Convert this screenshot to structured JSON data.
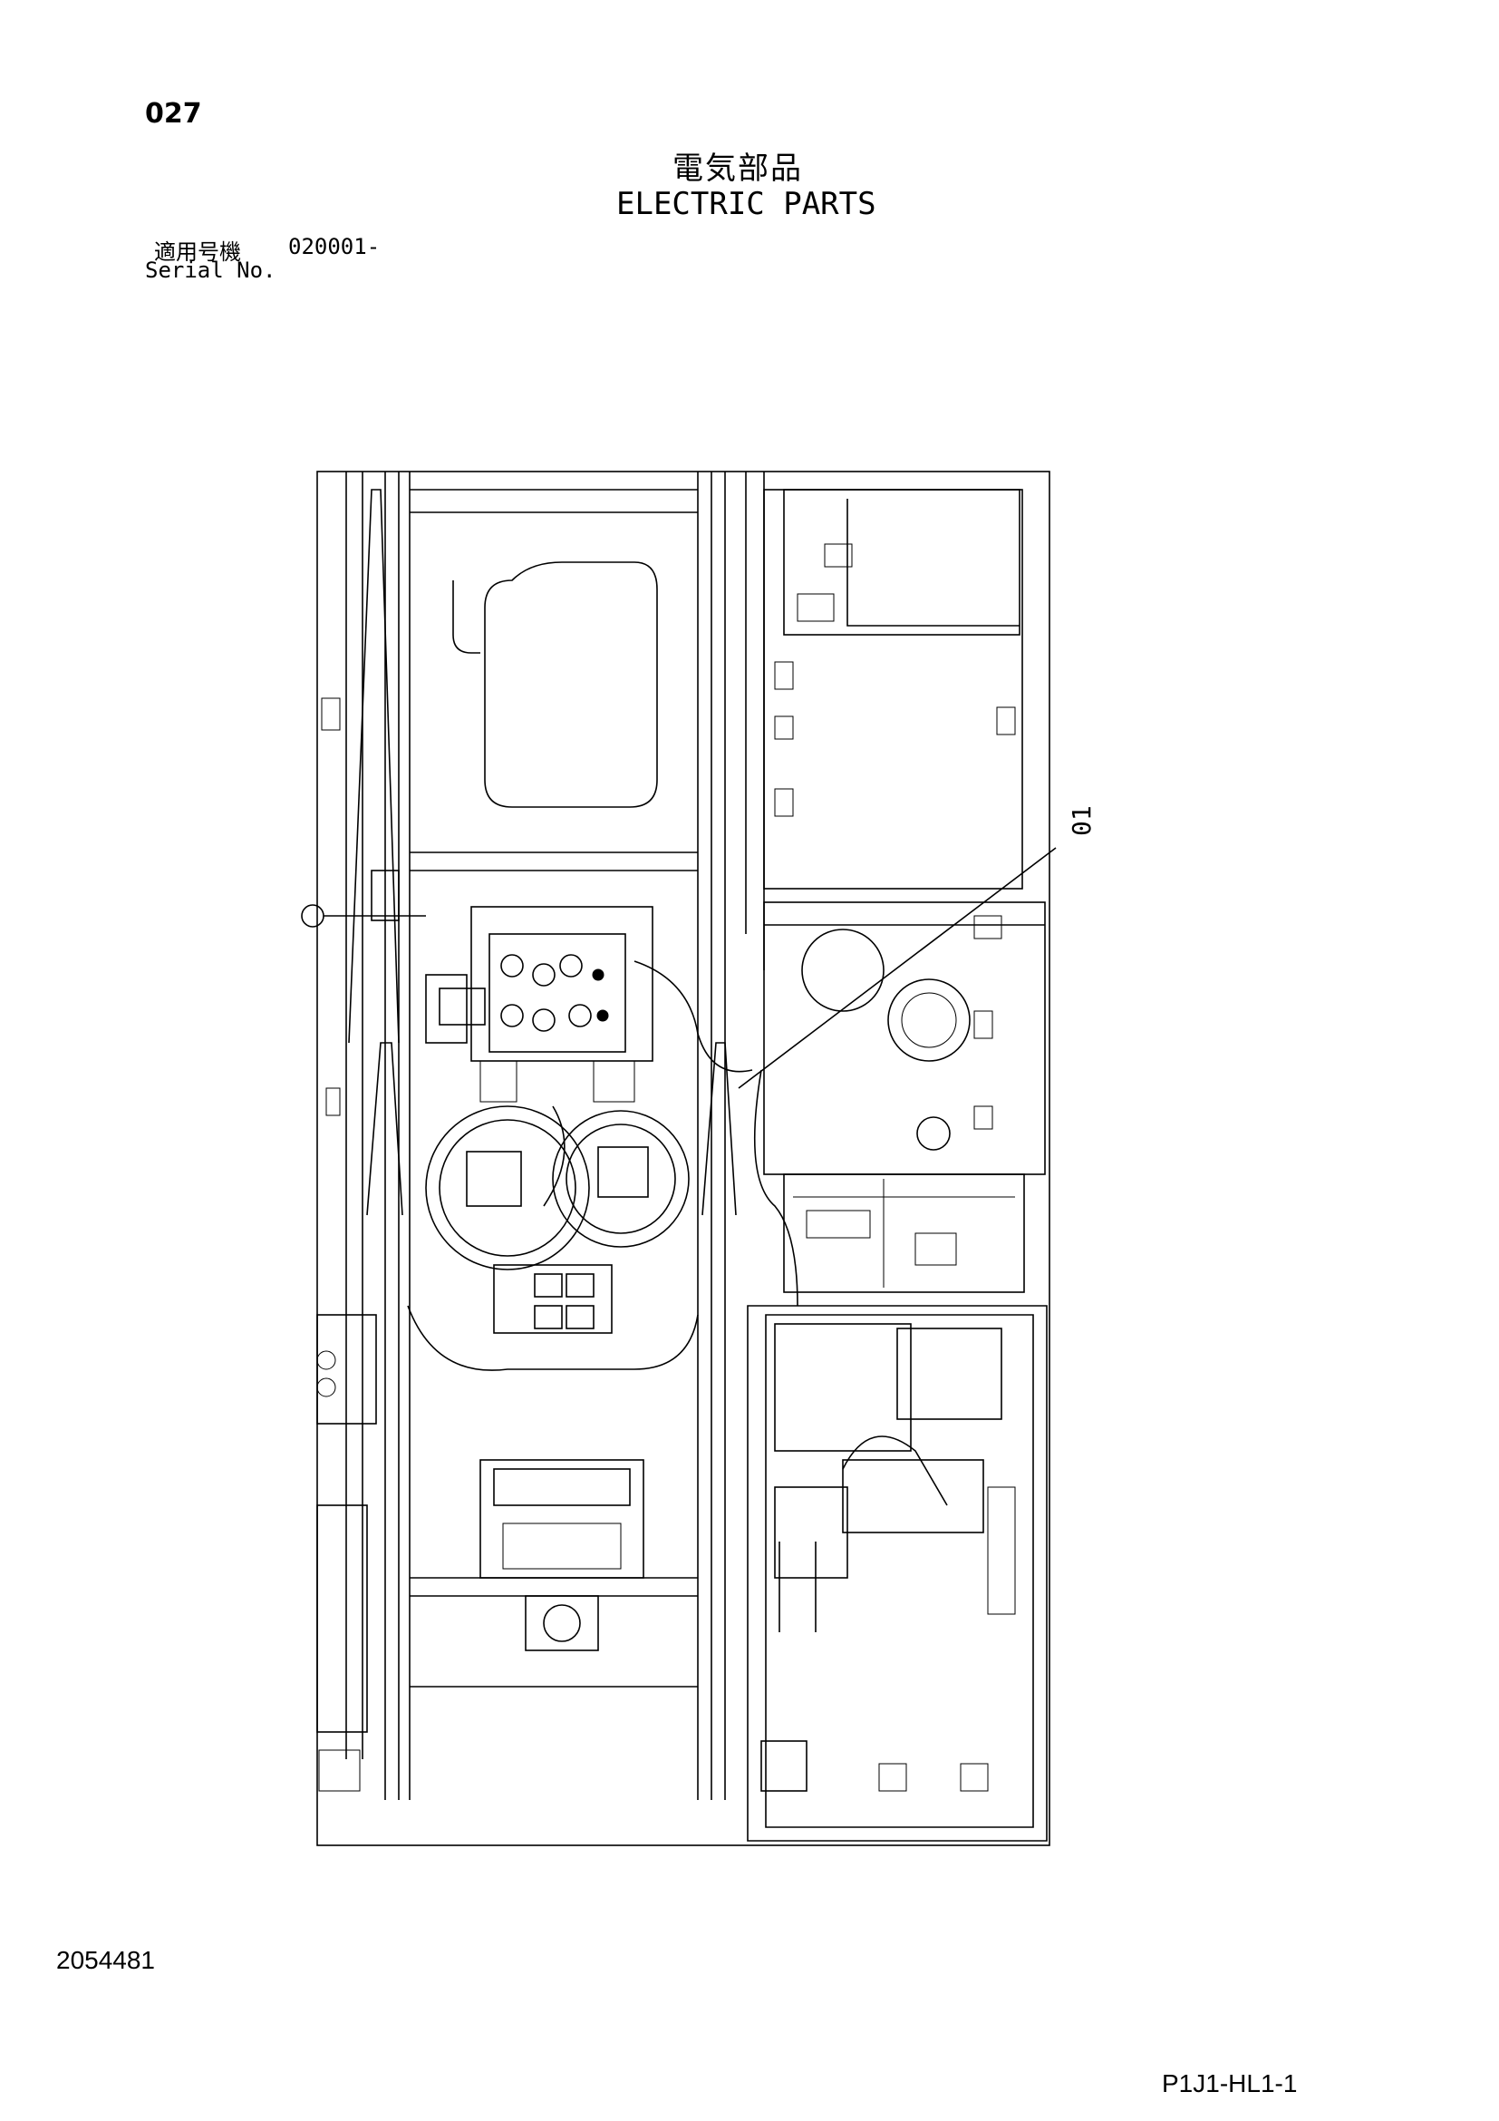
{
  "page_number": "027",
  "title_ja": "電気部品",
  "title_en": "ELECTRIC PARTS",
  "serial_label_ja": "適用号機",
  "serial_value": "020001-",
  "serial_label_en": "Serial No.",
  "callout": "01",
  "drawing_number": "2054481",
  "document_code": "P1J1-HL1-1"
}
